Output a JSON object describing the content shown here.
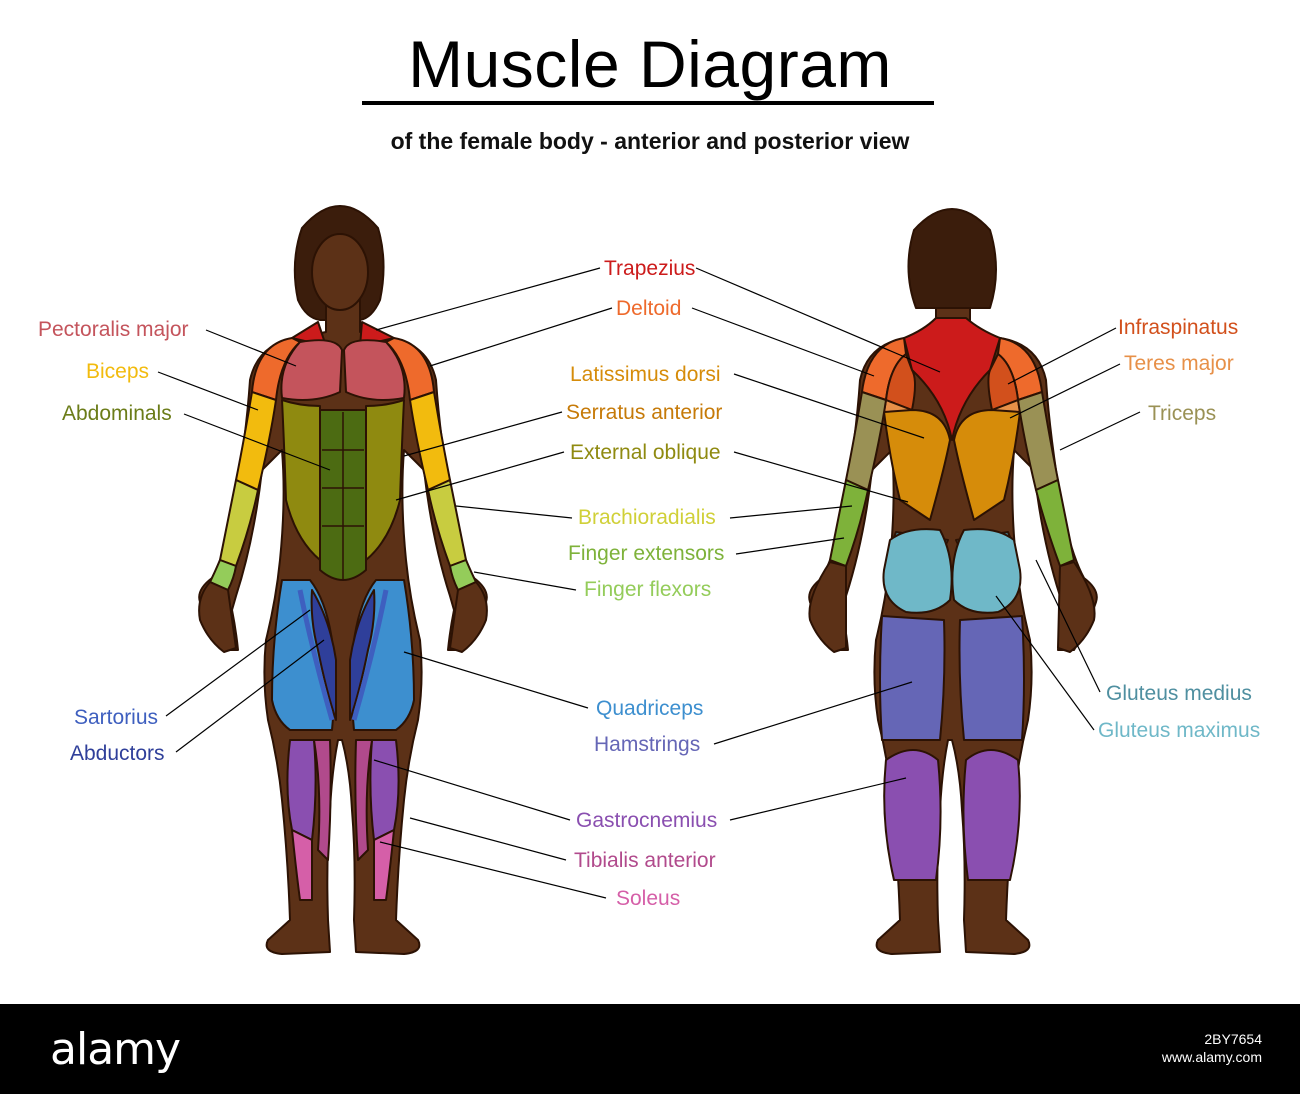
{
  "title": "Muscle Diagram",
  "subtitle": "of the female body - anterior and posterior view",
  "colors": {
    "skin": "#5c3117",
    "outline": "#2c1204",
    "hair": "#3b1d0c",
    "background": "#ffffff",
    "footer": "#000000"
  },
  "labels": {
    "pectoralis_major": {
      "text": "Pectoralis major",
      "color": "#c4545c"
    },
    "biceps": {
      "text": "Biceps",
      "color": "#f2bb0e"
    },
    "abdominals": {
      "text": "Abdominals",
      "color": "#6b7c18"
    },
    "trapezius": {
      "text": "Trapezius",
      "color": "#cc1b1b"
    },
    "deltoid": {
      "text": "Deltoid",
      "color": "#ee6a2c"
    },
    "latissimus_dorsi": {
      "text": "Latissimus dorsi",
      "color": "#d68c0a"
    },
    "serratus_anterior": {
      "text": "Serratus anterior",
      "color": "#c67a08"
    },
    "external_oblique": {
      "text": "External oblique",
      "color": "#8f8a10"
    },
    "brachioradialis": {
      "text": "Brachioradialis",
      "color": "#d0d038"
    },
    "finger_extensors": {
      "text": "Finger extensors",
      "color": "#7eb23a"
    },
    "finger_flexors": {
      "text": "Finger flexors",
      "color": "#94cc5a"
    },
    "sartorius": {
      "text": "Sartorius",
      "color": "#3e5fbf"
    },
    "abductors": {
      "text": "Abductors",
      "color": "#2f3f9a"
    },
    "quadriceps": {
      "text": "Quadriceps",
      "color": "#3d8fcf"
    },
    "hamstrings": {
      "text": "Hamstrings",
      "color": "#6566b6"
    },
    "gastrocnemius": {
      "text": "Gastrocnemius",
      "color": "#8a4fb0"
    },
    "tibialis_anterior": {
      "text": "Tibialis anterior",
      "color": "#b14a8c"
    },
    "soleus": {
      "text": "Soleus",
      "color": "#d55fa8"
    },
    "infraspinatus": {
      "text": "Infraspinatus",
      "color": "#d2501c"
    },
    "teres_major": {
      "text": "Teres major",
      "color": "#e79048"
    },
    "triceps": {
      "text": "Triceps",
      "color": "#9a9155"
    },
    "gluteus_medius": {
      "text": "Gluteus medius",
      "color": "#4f8fa0"
    },
    "gluteus_maximus": {
      "text": "Gluteus maximus",
      "color": "#6fb8c8"
    }
  },
  "footer": {
    "brand": "alamy",
    "image_id": "2BY7654",
    "site": "www.alamy.com"
  }
}
